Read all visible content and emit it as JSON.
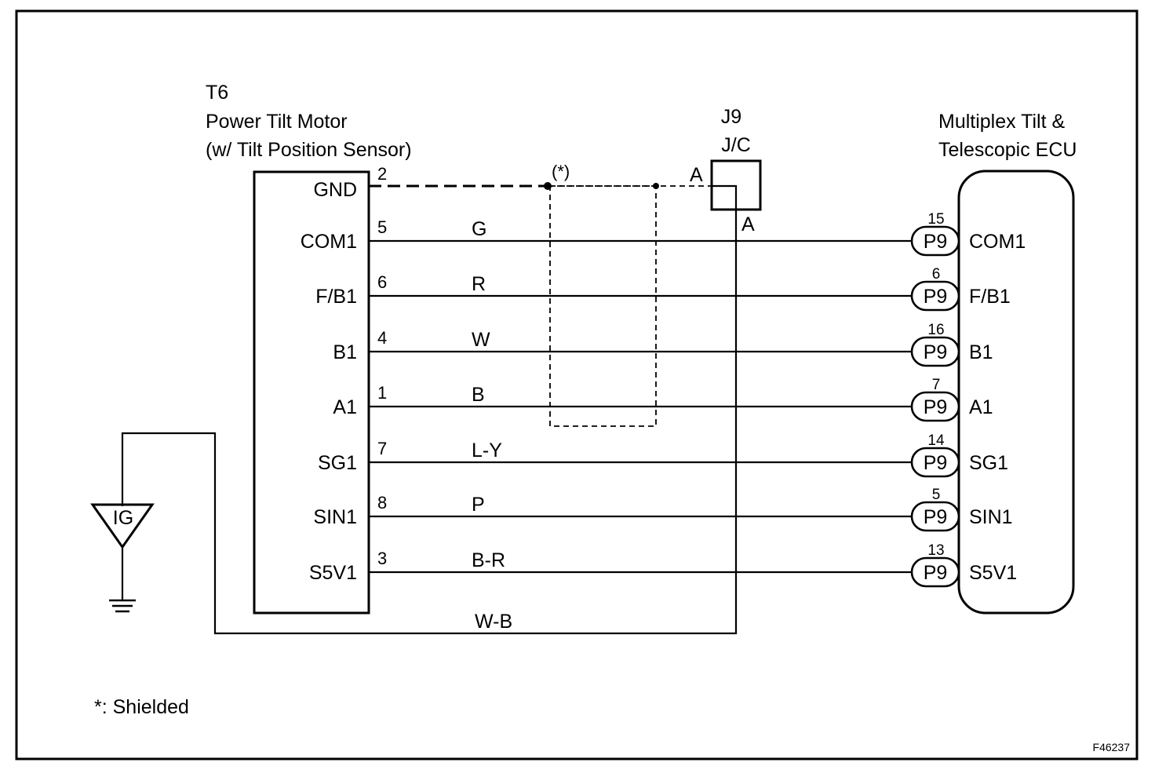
{
  "figure_id": "F46237",
  "note": "*: Shielded",
  "motor": {
    "connector": "T6",
    "name": "Power Tilt Motor",
    "subtitle": "(w/ Tilt Position Sensor)"
  },
  "junction": {
    "id": "J9",
    "type": "J/C",
    "pin_left": "A",
    "pin_bottom": "A"
  },
  "ecu": {
    "name_line1": "Multiplex Tilt &",
    "name_line2": "Telescopic ECU"
  },
  "gnd": {
    "label": "GND",
    "pin": "2",
    "shield_mark": "(*)"
  },
  "wires": [
    {
      "terminal": "COM1",
      "motor_pin": "5",
      "color": "G",
      "ecu_pin": "15",
      "ecu_conn": "P9",
      "ecu_terminal": "COM1"
    },
    {
      "terminal": "F/B1",
      "motor_pin": "6",
      "color": "R",
      "ecu_pin": "6",
      "ecu_conn": "P9",
      "ecu_terminal": "F/B1"
    },
    {
      "terminal": "B1",
      "motor_pin": "4",
      "color": "W",
      "ecu_pin": "16",
      "ecu_conn": "P9",
      "ecu_terminal": "B1"
    },
    {
      "terminal": "A1",
      "motor_pin": "1",
      "color": "B",
      "ecu_pin": "7",
      "ecu_conn": "P9",
      "ecu_terminal": "A1"
    },
    {
      "terminal": "SG1",
      "motor_pin": "7",
      "color": "L-Y",
      "ecu_pin": "14",
      "ecu_conn": "P9",
      "ecu_terminal": "SG1"
    },
    {
      "terminal": "SIN1",
      "motor_pin": "8",
      "color": "P",
      "ecu_pin": "5",
      "ecu_conn": "P9",
      "ecu_terminal": "SIN1"
    },
    {
      "terminal": "S5V1",
      "motor_pin": "3",
      "color": "B-R",
      "ecu_pin": "13",
      "ecu_conn": "P9",
      "ecu_terminal": "S5V1"
    }
  ],
  "ground": {
    "label": "IG",
    "wire_color": "W-B"
  }
}
